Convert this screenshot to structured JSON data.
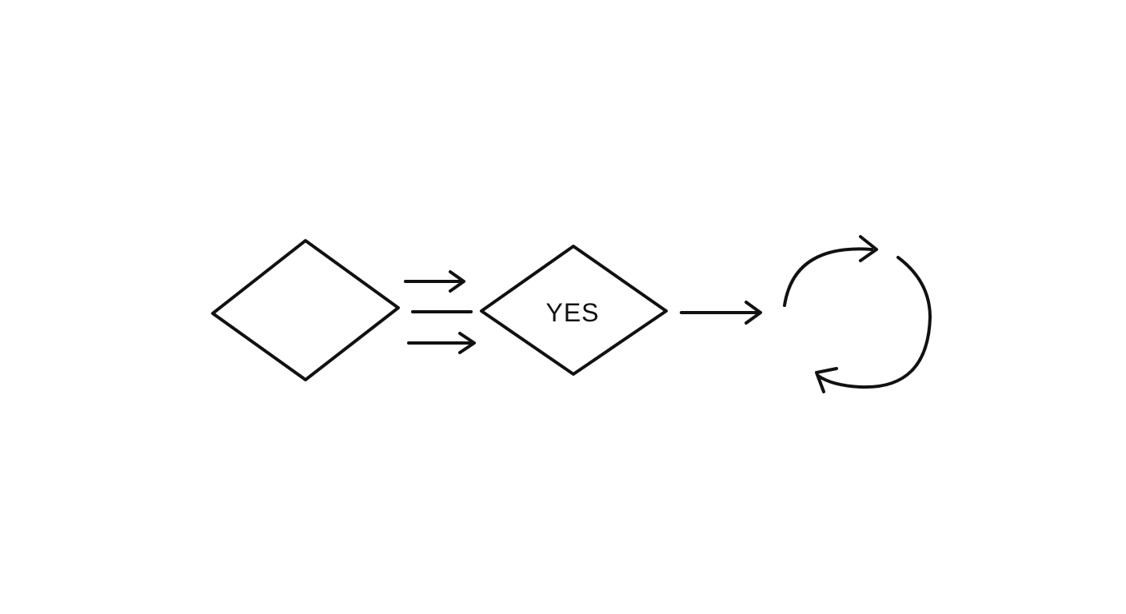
{
  "diagram": {
    "background": "#ffffff",
    "stroke_color": "#111111",
    "nodes": [
      {
        "id": "decision-1",
        "shape": "diamond",
        "label": ""
      },
      {
        "id": "decision-2",
        "shape": "diamond",
        "label": "YES"
      },
      {
        "id": "loop",
        "shape": "circular-arrows",
        "label": ""
      }
    ],
    "connectors": [
      {
        "from": "decision-1",
        "to": "decision-2",
        "style": "triple-arrow"
      },
      {
        "from": "decision-2",
        "to": "loop",
        "style": "arrow"
      }
    ]
  }
}
